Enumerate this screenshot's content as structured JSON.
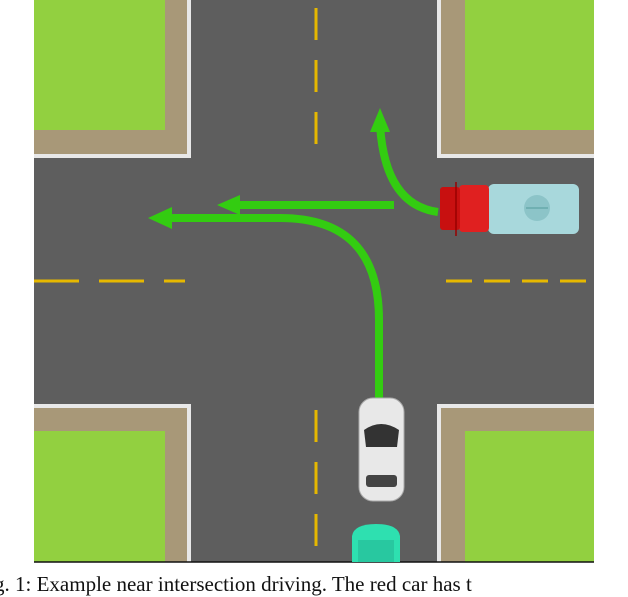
{
  "figure": {
    "caption": "g. 1: Example near intersection driving. The red car has t",
    "colors": {
      "road": "#5e5e5e",
      "grass": "#92d040",
      "sidewalk": "#a89878",
      "lane_line": "#e6b800",
      "edge_line": "#e8e8e8",
      "arrow": "#33cc11",
      "red_truck_cab": "#e02020",
      "truck_tank": "#a8d8dc",
      "white_car": "#e8e8e8",
      "teal_car": "#2ee0b0"
    },
    "vehicles": [
      "red-truck",
      "white-car",
      "teal-car"
    ]
  }
}
